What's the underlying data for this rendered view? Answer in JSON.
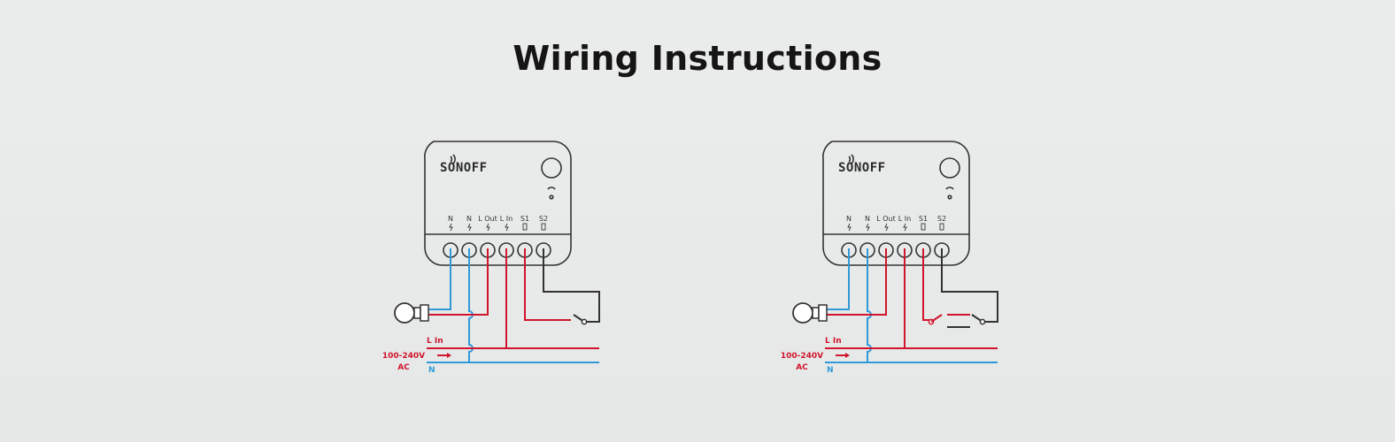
{
  "title": "Wiring Instructions",
  "diagrams": [
    {
      "brand": "SONOFF",
      "terminals": [
        "N",
        "N",
        "L Out",
        "L In",
        "S1",
        "S2"
      ],
      "labels": {
        "l_in": "L In",
        "voltage": "100-240V",
        "ac": "AC",
        "n": "N"
      },
      "switch_type": "single-switch"
    },
    {
      "brand": "SONOFF",
      "terminals": [
        "N",
        "N",
        "L Out",
        "L In",
        "S1",
        "S2"
      ],
      "labels": {
        "l_in": "L In",
        "voltage": "100-240V",
        "ac": "AC",
        "n": "N"
      },
      "switch_type": "two-way-switch"
    }
  ],
  "colors": {
    "live": "#d0152d",
    "neutral": "#2f9ad8",
    "device": "#333333",
    "background": "#e9eaea"
  }
}
